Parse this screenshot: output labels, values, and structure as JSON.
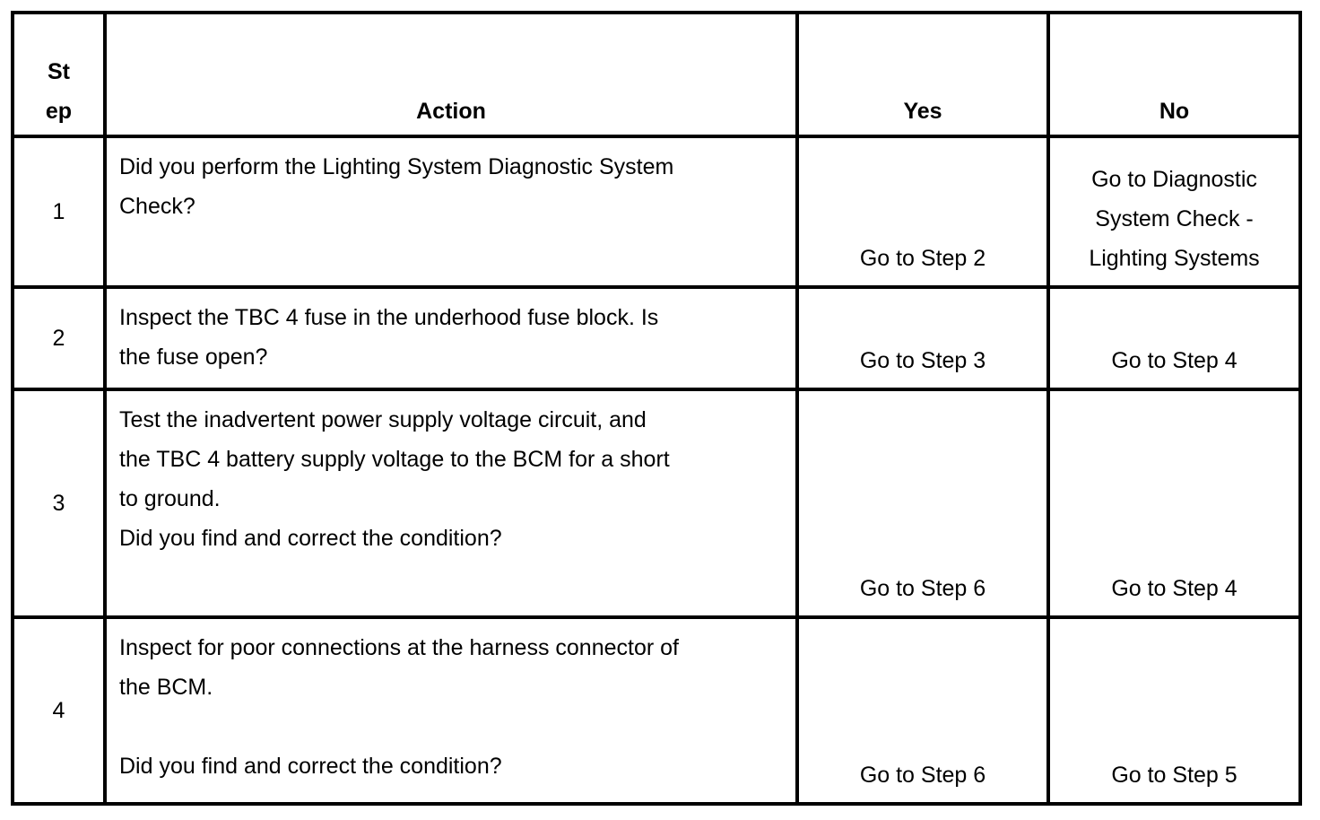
{
  "page": {
    "background_color": "#ffffff",
    "border_color": "#000000",
    "text_color": "#000000"
  },
  "table": {
    "headers": {
      "step_lines": [
        "St",
        "ep"
      ],
      "action": "Action",
      "yes": "Yes",
      "no": "No"
    },
    "rows": [
      {
        "step": "1",
        "action_lines": [
          "Did you perform the Lighting System Diagnostic System",
          "Check?"
        ],
        "yes_lines": [
          "Go to Step 2"
        ],
        "no_lines": [
          "Go to Diagnostic",
          "System Check -",
          "Lighting Systems"
        ]
      },
      {
        "step": "2",
        "action_lines": [
          "Inspect the TBC 4 fuse in the underhood fuse block. Is",
          "the fuse open?"
        ],
        "yes_lines": [
          "Go to Step 3"
        ],
        "no_lines": [
          "Go to Step 4"
        ]
      },
      {
        "step": "3",
        "action_lines": [
          "Test the inadvertent power supply voltage circuit, and",
          "the TBC 4 battery supply voltage to the BCM for a short",
          "to ground.",
          "Did you find and correct the condition?"
        ],
        "yes_lines": [
          "Go to Step 6"
        ],
        "no_lines": [
          "Go to Step 4"
        ]
      },
      {
        "step": "4",
        "action_lines": [
          "Inspect for poor connections at the harness connector of",
          "the BCM.",
          "",
          "Did you find and correct the condition?"
        ],
        "yes_lines": [
          "Go to Step 6"
        ],
        "no_lines": [
          "Go to Step 5"
        ]
      }
    ]
  }
}
